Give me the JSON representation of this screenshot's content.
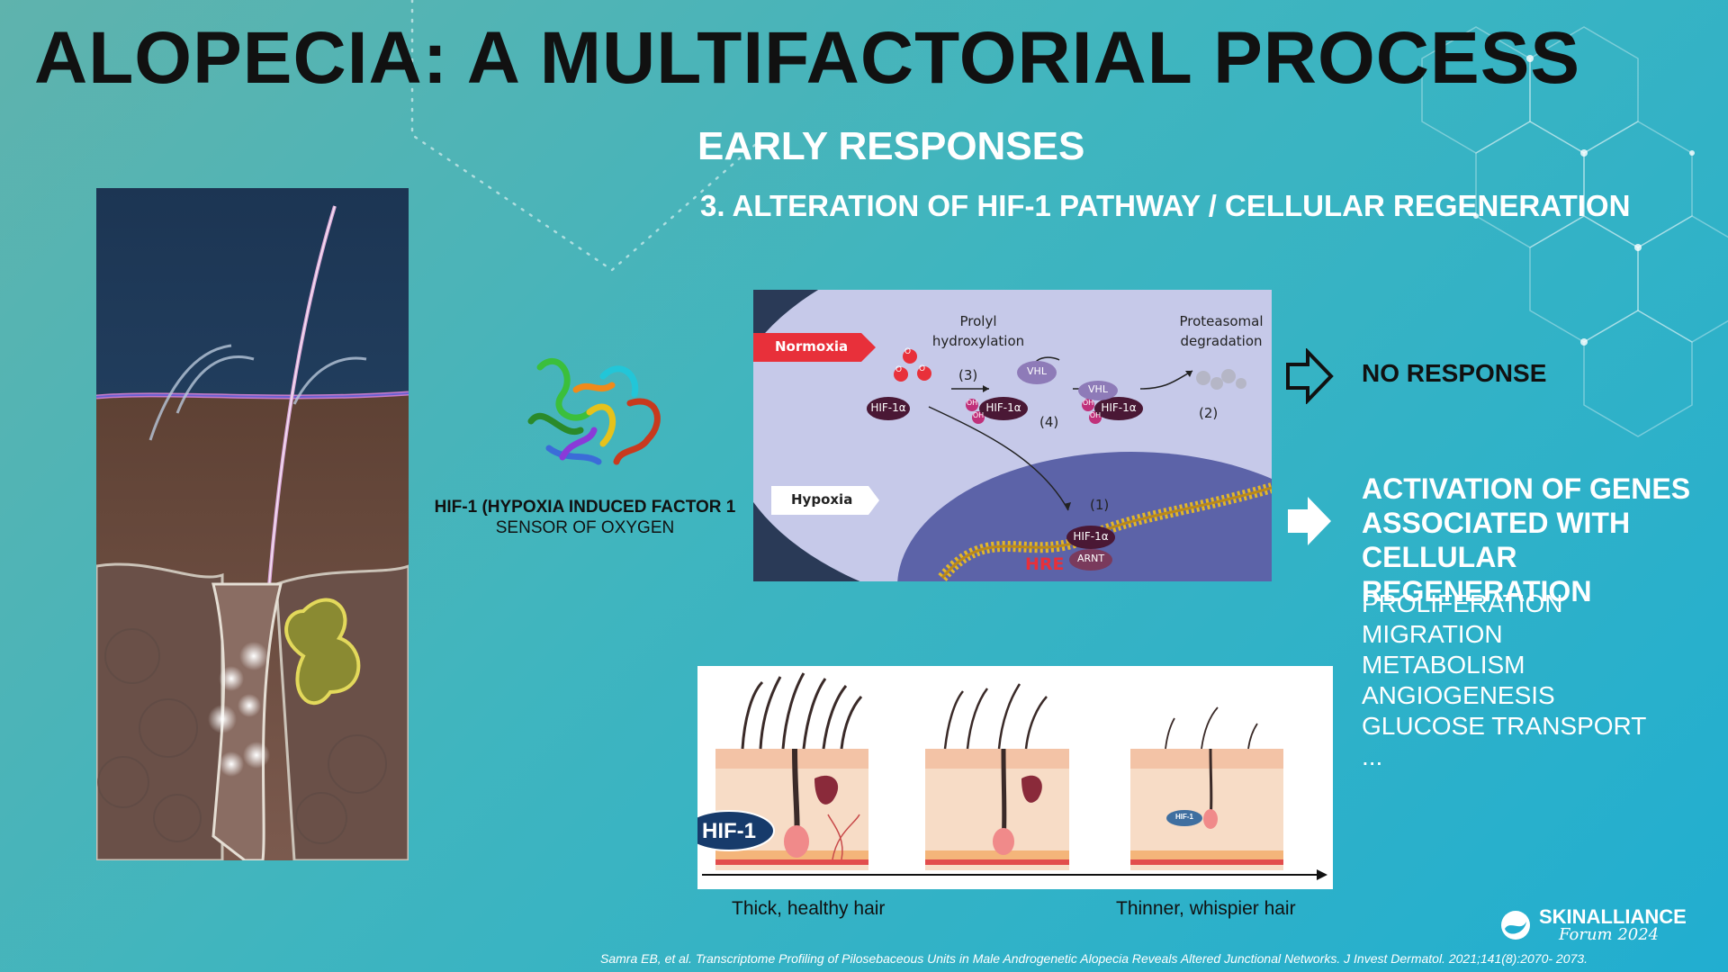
{
  "slide": {
    "title": "ALOPECIA: A MULTIFACTORIAL PROCESS",
    "subtitle": "EARLY RESPONSES",
    "section_heading": "3. ALTERATION OF HIF-1 PATHWAY / CELLULAR REGENERATION"
  },
  "hif": {
    "name": "HIF-1 (HYPOXIA INDUCED FACTOR 1",
    "description": "SENSOR OF OXYGEN"
  },
  "pathway": {
    "normoxia": "Normoxia",
    "hypoxia": "Hypoxia",
    "prolyl": [
      "Prolyl",
      "hydroxylation"
    ],
    "proteasomal": [
      "Proteasomal",
      "degradation"
    ],
    "step_labels": [
      "(1)",
      "(2)",
      "(3)",
      "(4)"
    ],
    "o2": "O",
    "hif1a": "HIF-1α",
    "vhl": "VHL",
    "oh": "OH",
    "arnt": "ARNT",
    "hre": "HRE"
  },
  "responses": {
    "no_response": "NO RESPONSE",
    "activation": [
      "ACTIVATION OF GENES",
      "ASSOCIATED WITH",
      "CELLULAR REGENERATION"
    ],
    "genes": [
      "PROLIFERATION",
      "MIGRATION",
      "METABOLISM",
      "ANGIOGENESIS",
      "GLUCOSE TRANSPORT",
      "..."
    ]
  },
  "hair_panel": {
    "hif_badge": "HIF-1",
    "hif_badge_small": "HIF-1",
    "left_label": "Thick, healthy hair",
    "right_label": "Thinner, whispier hair"
  },
  "logo": {
    "name": "SKINALLIANCE",
    "sub": "Forum 2024"
  },
  "citation": "Samra EB, et al. Transcriptome Profiling of Pilosebaceous Units in Male Androgenetic Alopecia Reveals Altered Junctional Networks. J Invest Dermatol. 2021;141(8):2070- 2073.",
  "colors": {
    "accent_red": "#e8303a",
    "hif_navy": "#173b6b",
    "dark_purple": "#4a1835"
  }
}
